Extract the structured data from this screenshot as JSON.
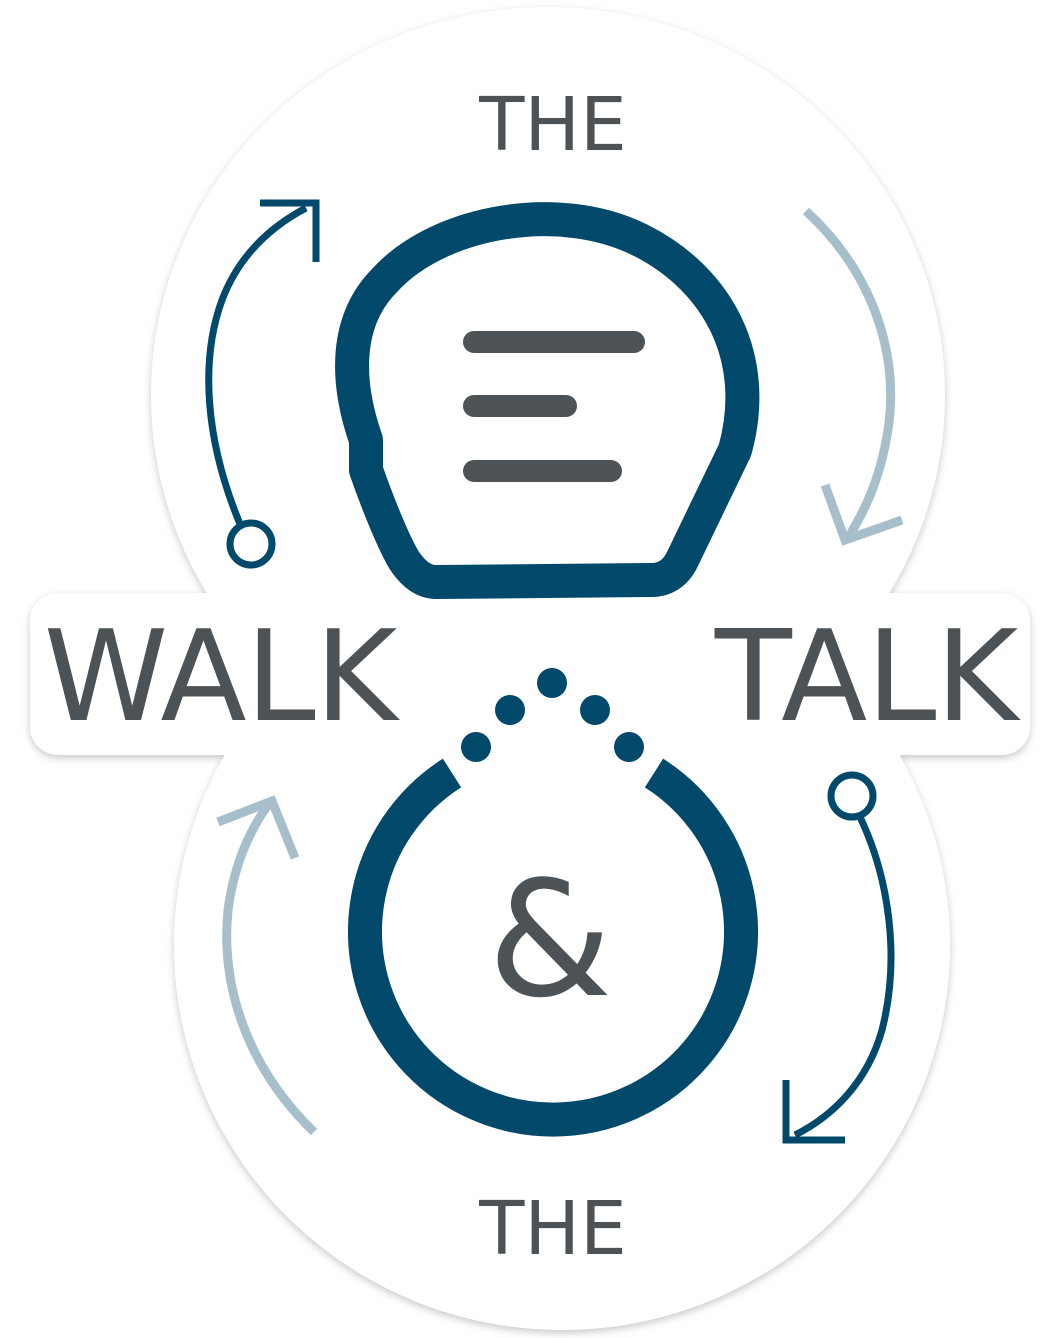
{
  "sticker": {
    "top_word": "THE",
    "left_word": "WALK",
    "right_word": "TALK",
    "center_symbol": "&",
    "bottom_word": "THE"
  },
  "colors": {
    "navy": "#00496b",
    "light_blue": "#a7bfcb",
    "gray_text": "#4c5256",
    "background": "#ffffff",
    "outline_shadow": "#d7d9da"
  },
  "icons": {
    "speech_bubble": "speech-bubble-icon",
    "lines": "text-lines-icon",
    "dots": "ellipsis-dots-icon",
    "arrows": [
      "curved-arrow-up-right",
      "curved-arrow-down-right-light",
      "curved-arrow-down-left",
      "curved-arrow-up-left-light"
    ]
  }
}
